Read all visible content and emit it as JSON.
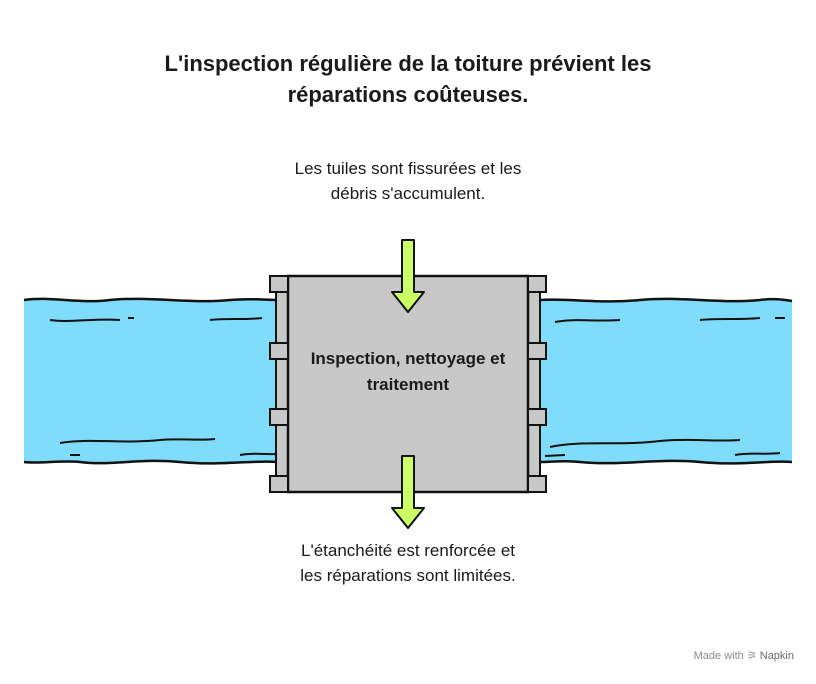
{
  "title": "L'inspection régulière de la toiture prévient les réparations coûteuses.",
  "input_label": "Les tuiles sont fissurées et les débris s'accumulent.",
  "process_label": "Inspection, nettoyage et traitement",
  "output_label": "L'étanchéité est renforcée et les réparations sont limitées.",
  "watermark": {
    "prefix": "Made with",
    "brand": "Napkin"
  },
  "colors": {
    "water": "#7fdcfb",
    "filter": "#c8c8c8",
    "arrow": "#ccff66",
    "stroke": "#111111"
  }
}
